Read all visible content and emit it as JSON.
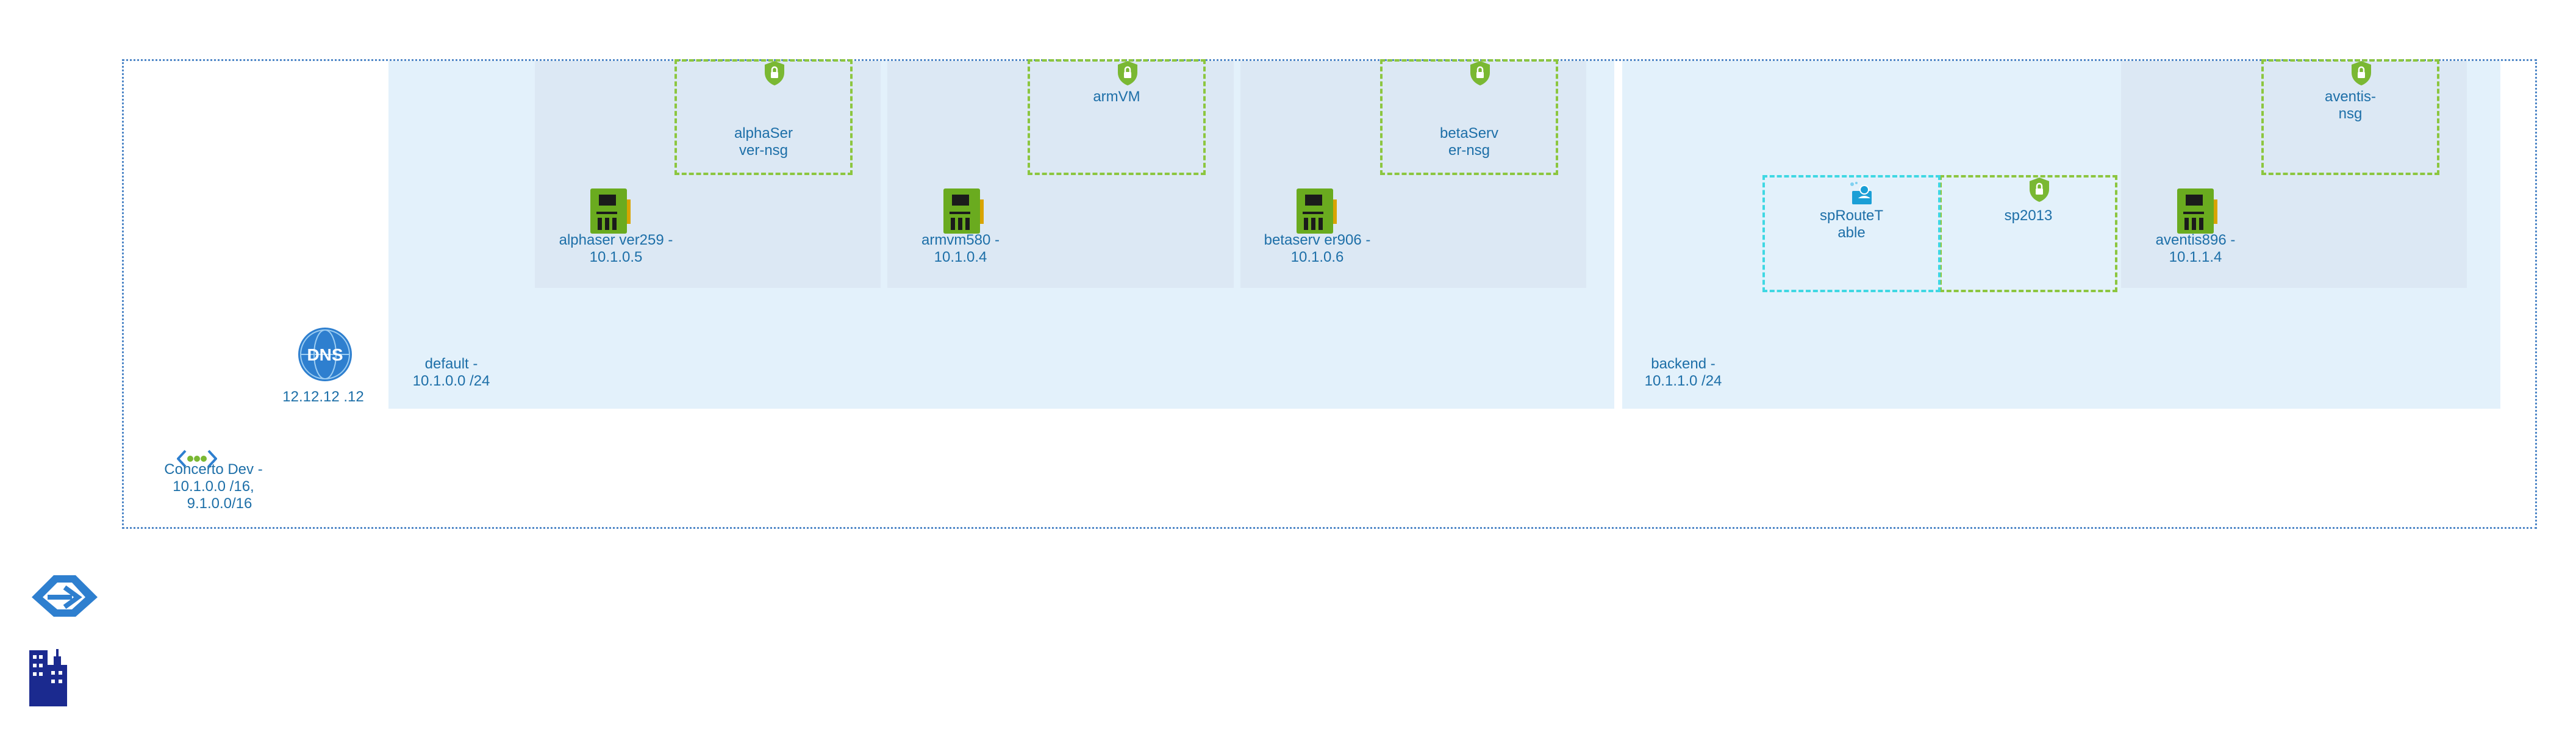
{
  "vnet": {
    "name": "Concerto Dev -",
    "cidr1": "10.1.0.0 /16,",
    "cidr2": "9.1.0.0/16"
  },
  "dns": {
    "badge": "DNS",
    "address": "12.12.12 .12"
  },
  "subnets": [
    {
      "name": "default -",
      "cidr": "10.1.0.0 /24"
    },
    {
      "name": "backend -",
      "cidr": "10.1.1.0 /24"
    }
  ],
  "nics": [
    {
      "name": "alphaser ver259 -",
      "ip": "10.1.0.5"
    },
    {
      "name": "armvm580 -",
      "ip": "10.1.0.4"
    },
    {
      "name": "betaserv er906 -",
      "ip": "10.1.0.6"
    },
    {
      "name": "aventis896 -",
      "ip": "10.1.1.4"
    }
  ],
  "nsgs": [
    {
      "name": "alphaSer\nver-nsg"
    },
    {
      "name": "armVM"
    },
    {
      "name": "betaServ\ner-nsg"
    },
    {
      "name": "sp2013"
    },
    {
      "name": "aventis-\nnsg"
    }
  ],
  "route_table": {
    "name": "spRouteT\nable"
  },
  "legend_icons": [
    "virtual-network-gateway-icon",
    "building-icon"
  ],
  "colors": {
    "vnet_border": "#4f87c7",
    "subnet_bg": "#e3f1fb",
    "nic_group_bg": "#dce8f4",
    "nsg_border": "#8cc63f",
    "route_table_border": "#3fd8e3",
    "label_text": "#1d6fa8"
  }
}
